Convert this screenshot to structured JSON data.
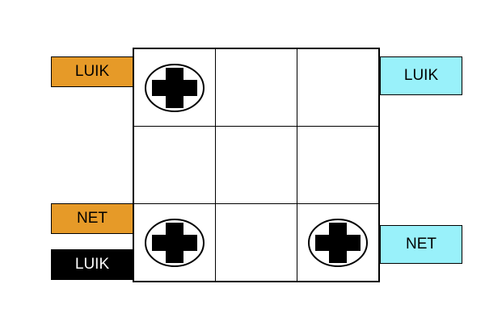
{
  "labels": {
    "top_left": "LUIK",
    "top_right": "LUIK",
    "bottom_left_upper": "NET",
    "bottom_left_lower": "LUIK",
    "bottom_right": "NET"
  },
  "grid": {
    "rows": 3,
    "cols": 3,
    "marked_cells": [
      "r1c1",
      "r3c1",
      "r3c3"
    ],
    "marker_icon": "cross-circle-icon"
  },
  "colors": {
    "orange": "#e69a28",
    "cyan": "#99f1fa",
    "black": "#000000"
  }
}
